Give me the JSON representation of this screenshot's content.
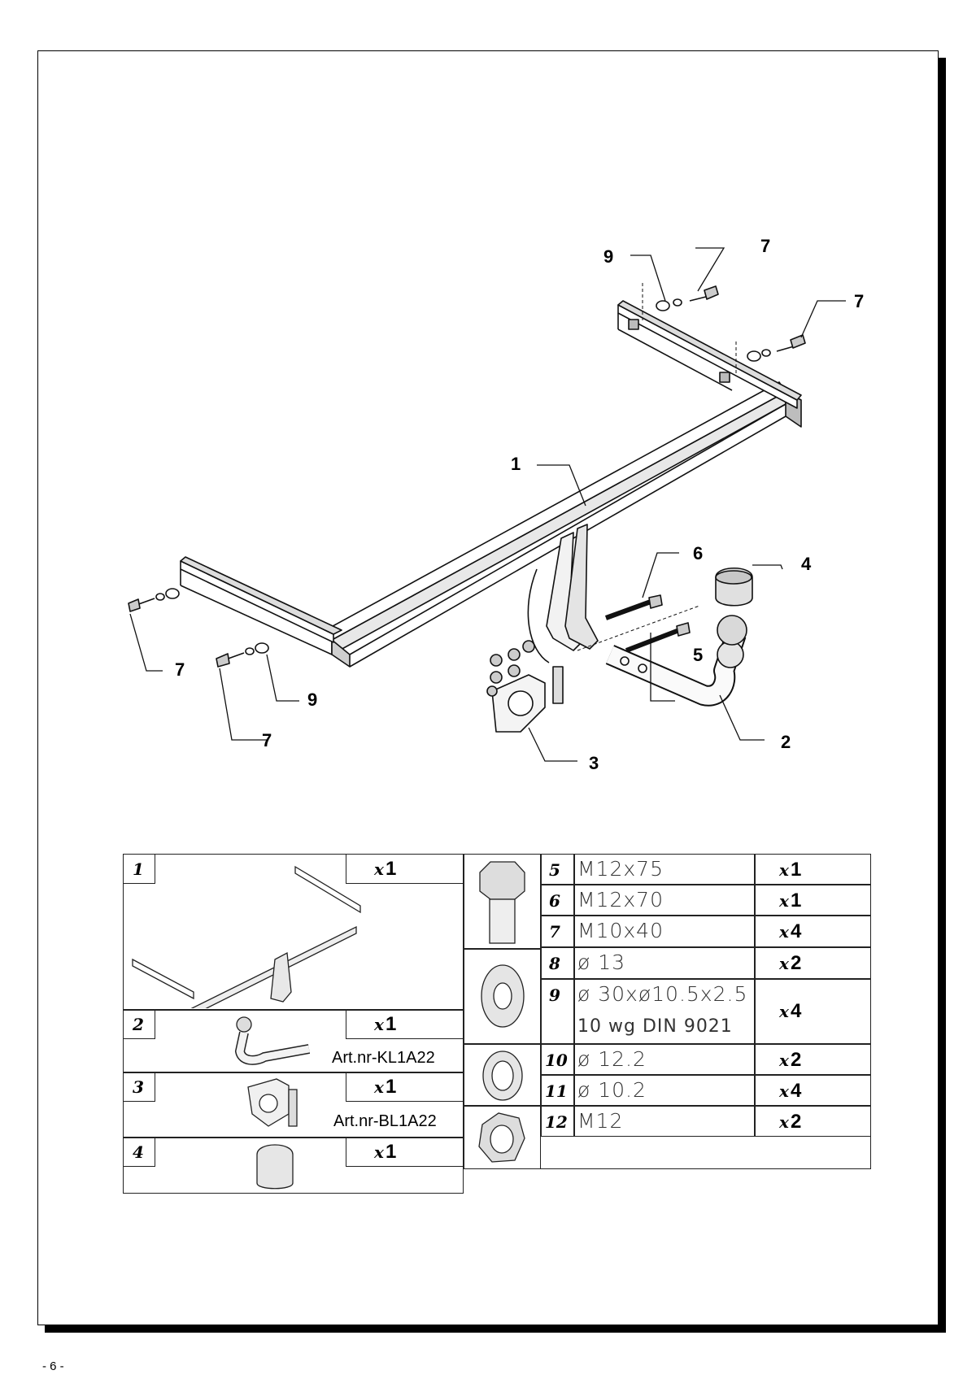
{
  "callouts": {
    "c1": "1",
    "c2": "2",
    "c3": "3",
    "c4": "4",
    "c5": "5",
    "c6": "6",
    "c7a": "7",
    "c7b": "7",
    "c7c": "7",
    "c7d": "7",
    "c9a": "9",
    "c9b": "9"
  },
  "table": {
    "left_rows": [
      {
        "num": "1",
        "qty_x": "x",
        "qty_n": "1",
        "art": ""
      },
      {
        "num": "2",
        "qty_x": "x",
        "qty_n": "1",
        "art": "Art.nr-KL1A22"
      },
      {
        "num": "3",
        "qty_x": "x",
        "qty_n": "1",
        "art": "Art.nr-BL1A22"
      },
      {
        "num": "4",
        "qty_x": "x",
        "qty_n": "1",
        "art": ""
      }
    ],
    "right_rows": [
      {
        "num": "5",
        "spec": "M12x75",
        "qty_x": "x",
        "qty_n": "1"
      },
      {
        "num": "6",
        "spec": "M12x70",
        "qty_x": "x",
        "qty_n": "1"
      },
      {
        "num": "7",
        "spec": "M10x40",
        "qty_x": "x",
        "qty_n": "4"
      },
      {
        "num": "8",
        "spec": "ø 13",
        "qty_x": "x",
        "qty_n": "2"
      },
      {
        "num": "9",
        "spec": "ø 30xø10.5x2.5",
        "spec2": "10 wg DIN 9021",
        "qty_x": "x",
        "qty_n": "4"
      },
      {
        "num": "10",
        "spec": "ø 12.2",
        "qty_x": "x",
        "qty_n": "2"
      },
      {
        "num": "11",
        "spec": "ø 10.2",
        "qty_x": "x",
        "qty_n": "4"
      },
      {
        "num": "12",
        "spec": "M12",
        "qty_x": "x",
        "qty_n": "2"
      }
    ]
  },
  "footer": {
    "page_number": "- 6 -"
  }
}
